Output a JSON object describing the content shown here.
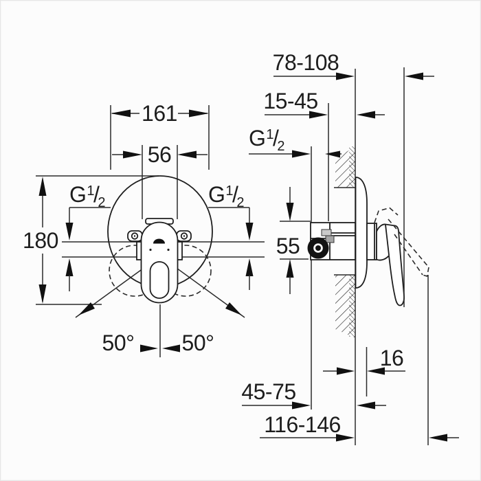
{
  "drawing": {
    "background": "#fcfcfc",
    "line_color": "#2a2a2a",
    "text_color": "#1d1d1d"
  },
  "front_view": {
    "plate_diameter": "161",
    "handle_width": "56",
    "total_height": "180",
    "swing_angle_left": "50°",
    "swing_angle_right": "50°",
    "thread_left": {
      "prefix": "G",
      "numerator": "1",
      "slash": "/",
      "denominator": "2"
    },
    "thread_right": {
      "prefix": "G",
      "numerator": "1",
      "slash": "/",
      "denominator": "2"
    }
  },
  "side_view": {
    "handle_projection": "78-108",
    "mounting_depth": "15-45",
    "thread": {
      "prefix": "G",
      "numerator": "1",
      "slash": "/",
      "denominator": "2"
    },
    "body_height": "55",
    "plate_offset": "16",
    "supply_offset": "45-75",
    "max_projection": "116-146"
  }
}
